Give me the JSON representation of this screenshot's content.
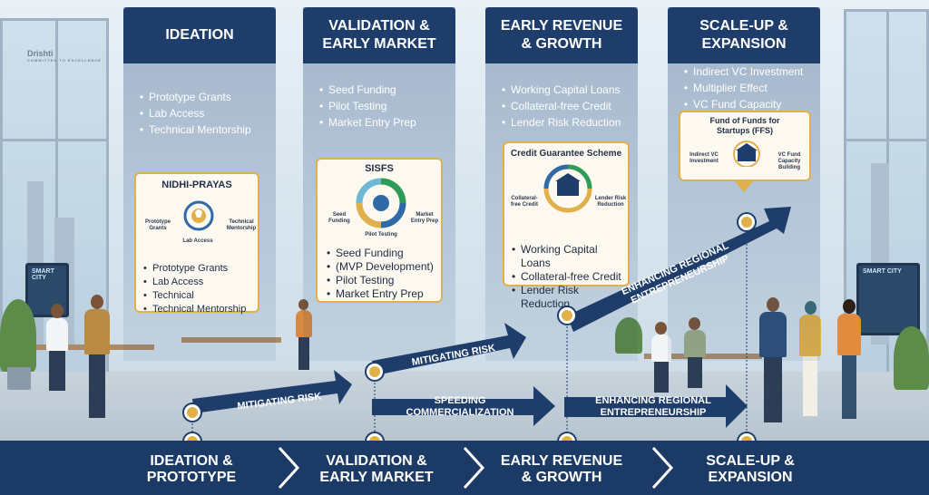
{
  "logo": {
    "name": "Drishti",
    "tagline": "COMMITTED TO EXCELLENCE"
  },
  "stages": [
    {
      "title": "IDEATION",
      "bullets": [
        "Prototype Grants",
        "Lab Access",
        "Technical Mentorship"
      ]
    },
    {
      "title": "VALIDATION &\nEARLY MARKET",
      "bullets": [
        "Seed Funding",
        "Pilot Testing",
        "Market Entry Prep"
      ]
    },
    {
      "title": "EARLY REVENUE\n& GROWTH",
      "bullets": [
        "Working Capital Loans",
        "Collateral-free Credit",
        "Lender Risk Reduction"
      ]
    },
    {
      "title": "SCALE-UP &\nEXPANSION",
      "bullets": [
        "Indirect VC Investment",
        "Multiplier Effect",
        "VC Fund Capacity Building"
      ]
    }
  ],
  "cards": {
    "nidhi": {
      "title": "NIDHI-PRAYAS",
      "labels": [
        "Prototype Grants",
        "Technical Mentorship",
        "Lab Access"
      ],
      "list": [
        "Prototype Grants",
        "Lab Access",
        "Technical",
        "Technical Mentorship"
      ]
    },
    "sisfs": {
      "title": "SISFS",
      "labels": [
        "Seed Funding",
        "Market Entry Prep",
        "Pilot Testing"
      ],
      "list": [
        "Seed Funding",
        "(MVP Development)",
        "Pilot Testing",
        "Market Entry Prep"
      ]
    },
    "cgs": {
      "title": "Credit Guarantee Scheme",
      "labels": [
        "Collateral-free Credit",
        "Lender Risk Reduction"
      ],
      "list": [
        "Working Capital Loans",
        "Collateral-free Credit",
        "Lender Risk Reduction"
      ]
    },
    "ffs": {
      "title": "Fund of Funds for Startups (FFS)",
      "labels": [
        "Indirect VC Investment",
        "VC Fund Capacity Building"
      ]
    }
  },
  "arrows": {
    "a1": "MITIGATING RISK",
    "a2": "MITIGATING RISK",
    "a3": "ENHANCING REGIONAL\nENTREPRENEURSHIP",
    "a4": "SPEEDING\nCOMMERCIALIZATION",
    "a5": "ENHANCING REGIONAL\nENTREPRENEURSHIP"
  },
  "screens": {
    "left": "SMART CITY",
    "right": "SMART CITY"
  },
  "bottom": [
    "IDEATION &\nPROTOTYPE",
    "VALIDATION &\nEARLY MARKET",
    "EARLY REVENUE\n& GROWTH",
    "SCALE-UP &\nEXPANSION"
  ],
  "colors": {
    "navy": "#1e3d6b",
    "gold": "#e0b04a",
    "card_bg": "#fdf9f0"
  }
}
